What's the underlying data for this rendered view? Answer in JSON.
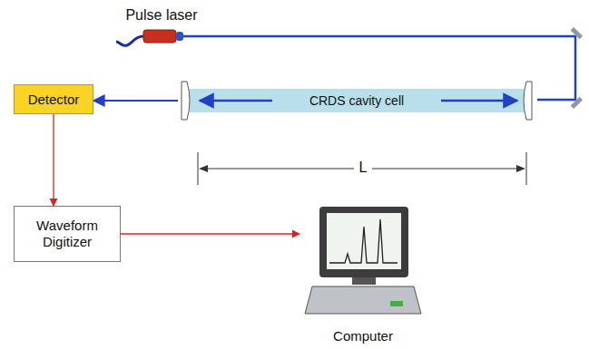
{
  "diagram": {
    "nodes": [
      {
        "text": [
          "Detector"
        ]
      },
      {
        "text": [
          "CRDS cavity cell"
        ]
      },
      {
        "text": [
          "Waveform Digitizer"
        ]
      },
      {
        "text": [
          "Computer"
        ]
      }
    ],
    "edges": [
      {
        "from": 1,
        "to": 0,
        "arrow": "to"
      },
      {
        "from": 0,
        "to": 2,
        "arrow": "to"
      },
      {
        "from": 2,
        "to": 3,
        "arrow": "to"
      }
    ],
    "labels": [
      "Pulse laser",
      "L"
    ]
  }
}
